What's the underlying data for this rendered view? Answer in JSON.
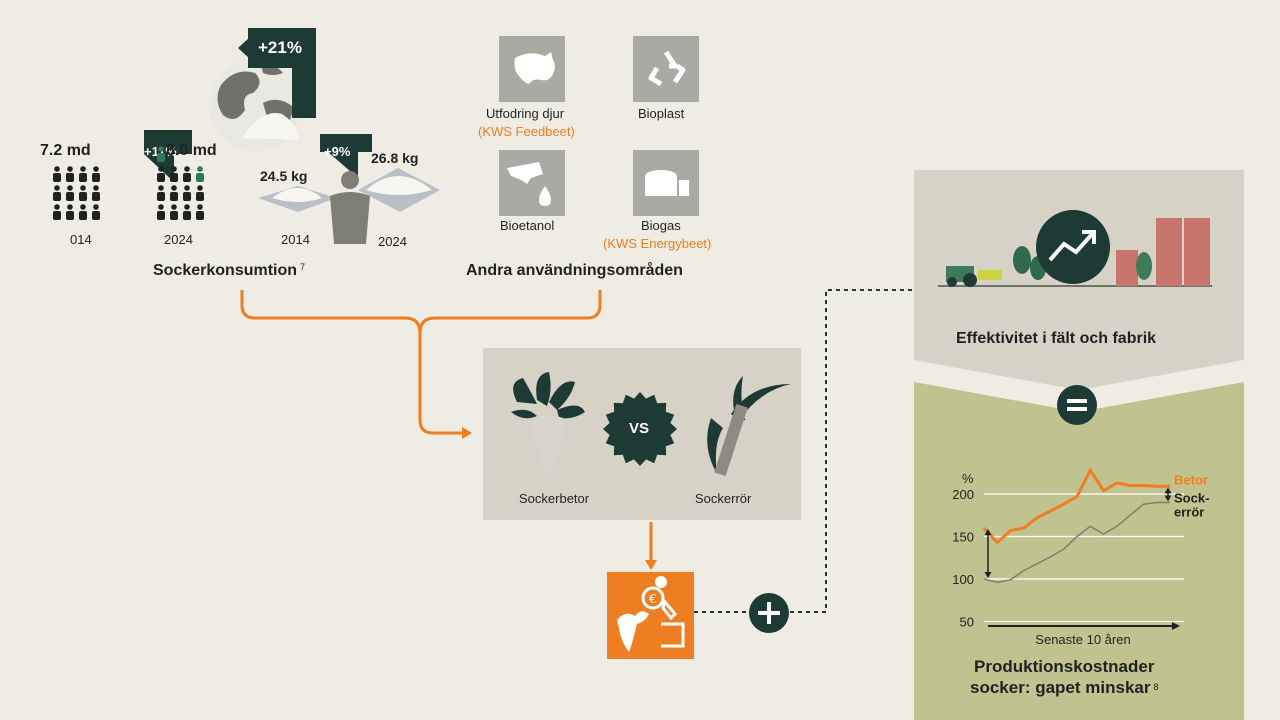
{
  "population": {
    "value_2014": "7.2 md",
    "value_2024": "8.0 md",
    "growth": "+11%",
    "year_2014": "014",
    "year_2024": "2024"
  },
  "consumption": {
    "global_growth": "+21%",
    "per_capita_growth": "+9%",
    "value_2014": "24.5 kg",
    "value_2024": "26.8 kg",
    "year_2014": "2014",
    "year_2024": "2024",
    "title": "Sockerkonsumtion",
    "ref": "7"
  },
  "other_uses": {
    "title": "Andra användningsområden",
    "items": [
      {
        "label": "Utfodring djur",
        "sub": "(KWS Feedbeet)",
        "icon": "cow-icon"
      },
      {
        "label": "Bioplast",
        "sub": "",
        "icon": "recycle-icon"
      },
      {
        "label": "Bioetanol",
        "sub": "",
        "icon": "fuel-nozzle-icon"
      },
      {
        "label": "Biogas",
        "sub": "(KWS Energybeet)",
        "icon": "biogas-silo-icon"
      }
    ]
  },
  "comparison": {
    "left": "Sockerbetor",
    "vs": "VS",
    "right": "Sockerrör"
  },
  "efficiency": {
    "title": "Effektivitet i fält och fabrik"
  },
  "cost_chart": {
    "title_line1": "Produktionskostnader",
    "title_line2": "socker: gapet minskar",
    "ref": "8",
    "xlabel": "Senaste 10 åren"
  },
  "colors": {
    "orange": "#ef7d22",
    "dark_green": "#1d3a34",
    "olive": "#c0c38f",
    "gray_panel": "#d6d3c6"
  },
  "chart_data": {
    "type": "line",
    "ylabel": "%",
    "xlabel": "Senaste 10 åren",
    "yticks": [
      50,
      100,
      150,
      200
    ],
    "ylim": [
      40,
      240
    ],
    "x": [
      0,
      1,
      2,
      3,
      4,
      5,
      6,
      7,
      8,
      9,
      10,
      11,
      12,
      13,
      14
    ],
    "series": [
      {
        "name": "Betor",
        "color": "#ef7d22",
        "values": [
          160,
          143,
          157,
          160,
          172,
          180,
          188,
          197,
          228,
          204,
          213,
          210,
          210,
          209,
          209
        ]
      },
      {
        "name": "Sock-\nerrör",
        "color": "#7b7f74",
        "values": [
          100,
          96,
          99,
          110,
          118,
          126,
          135,
          150,
          162,
          153,
          162,
          175,
          188,
          190,
          190
        ]
      }
    ]
  }
}
